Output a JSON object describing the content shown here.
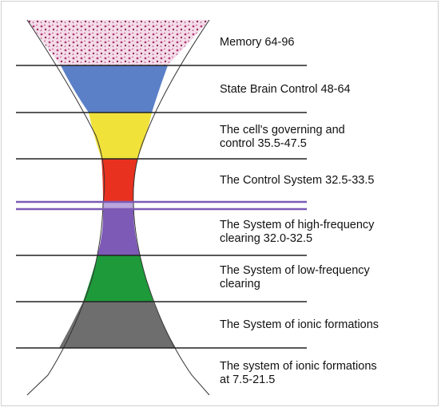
{
  "levels": [
    {
      "label": "Memory 64-96",
      "color": "pattern-pink"
    },
    {
      "label": "State Brain Control 48-64",
      "color": "#5b80c8"
    },
    {
      "label": "The cell's governing and\ncontrol 35.5-47.5",
      "color": "#f1e23a"
    },
    {
      "label": "The Control System 32.5-33.5",
      "color": "#e8311f"
    },
    {
      "label": "The System of high-frequency\nclearing 32.0-32.5",
      "color": "#7d5ab6"
    },
    {
      "label": "The System of low-frequency\nclearing",
      "color": "#1e9a3a"
    },
    {
      "label": "The System of ionic formations",
      "color": "#6e6e6e"
    },
    {
      "label": "The system of ionic formations\nat 7.5-21.5",
      "color": "none"
    }
  ]
}
